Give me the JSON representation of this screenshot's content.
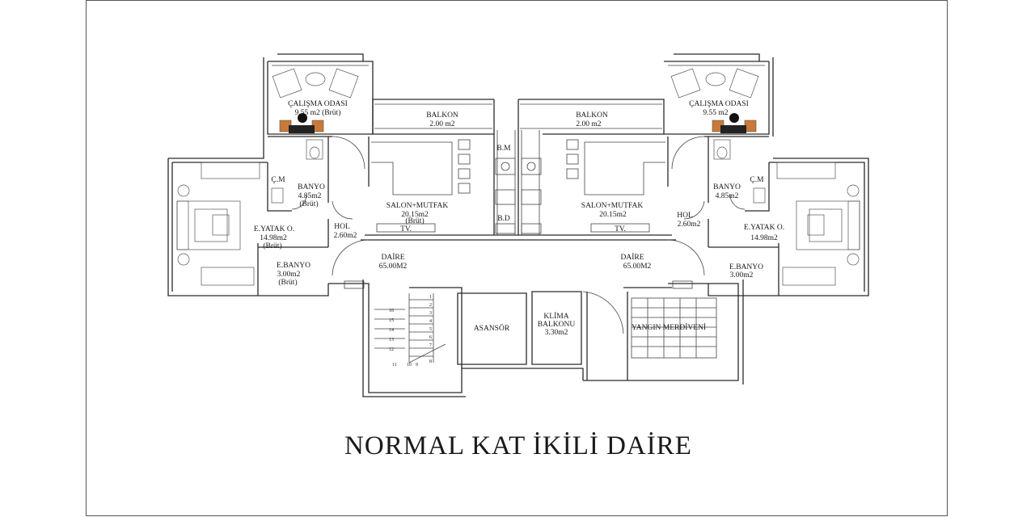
{
  "title": "NORMAL KAT İKİLİ DAİRE",
  "rooms": {
    "left": {
      "calisma_name": "ÇALIŞMA ODASI",
      "calisma_area": "9.55 m2 (Brüt)",
      "balkon_name": "BALKON",
      "balkon_area": "2.00 m2",
      "banyo_name": "BANYO",
      "banyo_area": "4.85m2",
      "banyo_note": "(Brüt)",
      "cm": "Ç.M",
      "yatak_name": "E.YATAK O.",
      "yatak_area": "14.98m2",
      "yatak_note": "(Brüt)",
      "ebanyo_name": "E.BANYO",
      "ebanyo_area": "3.00m2",
      "ebanyo_note": "(Brüt)",
      "hol_name": "HOL",
      "hol_area": "2.60m2",
      "salon_name": "SALON+MUTFAK",
      "salon_area": "20.15m2",
      "salon_note": "(Brüt)",
      "tv": "TV.",
      "daire_name": "DAİRE",
      "daire_area": "65.00M2",
      "bm": "B.M",
      "bd": "B.D"
    },
    "right": {
      "calisma_name": "ÇALIŞMA ODASI",
      "calisma_area": "9.55 m2",
      "balkon_name": "BALKON",
      "balkon_area": "2.00 m2",
      "banyo_name": "BANYO",
      "banyo_area": "4.85m2",
      "cm": "Ç.M",
      "yatak_name": "E.YATAK O.",
      "yatak_area": "14.98m2",
      "ebanyo_name": "E.BANYO",
      "ebanyo_area": "3.00m2",
      "hol_name": "HOL",
      "hol_area": "2.60m2",
      "salon_name": "SALON+MUTFAK",
      "salon_area": "20.15m2",
      "tv": "TV.",
      "daire_name": "DAİRE",
      "daire_area": "65.00M2"
    },
    "core": {
      "asansor": "ASANSÖR",
      "klima_1": "KLİMA",
      "klima_2": "BALKONU",
      "klima_area": "3.30m2",
      "yangin": "YANGIN MERDİVENİ"
    }
  },
  "stairs": {
    "upper": [
      "1",
      "2",
      "3",
      "4",
      "5",
      "6",
      "7",
      "8"
    ],
    "lower": [
      "16",
      "15",
      "14",
      "13",
      "12"
    ],
    "landing": [
      "11",
      "10",
      "9"
    ]
  }
}
